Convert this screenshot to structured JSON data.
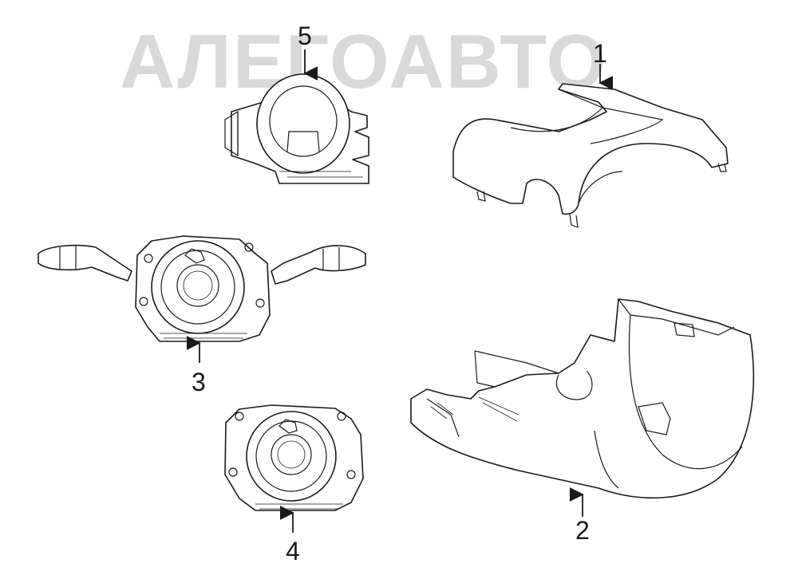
{
  "watermark": {
    "text": "АЛЕГОАВТО",
    "color": "#8a8a8a"
  },
  "callouts": [
    {
      "id": "1",
      "label": "1"
    },
    {
      "id": "2",
      "label": "2"
    },
    {
      "id": "3",
      "label": "3"
    },
    {
      "id": "4",
      "label": "4"
    },
    {
      "id": "5",
      "label": "5"
    }
  ],
  "colors": {
    "line": "#1a1a1a",
    "background": "#ffffff"
  }
}
